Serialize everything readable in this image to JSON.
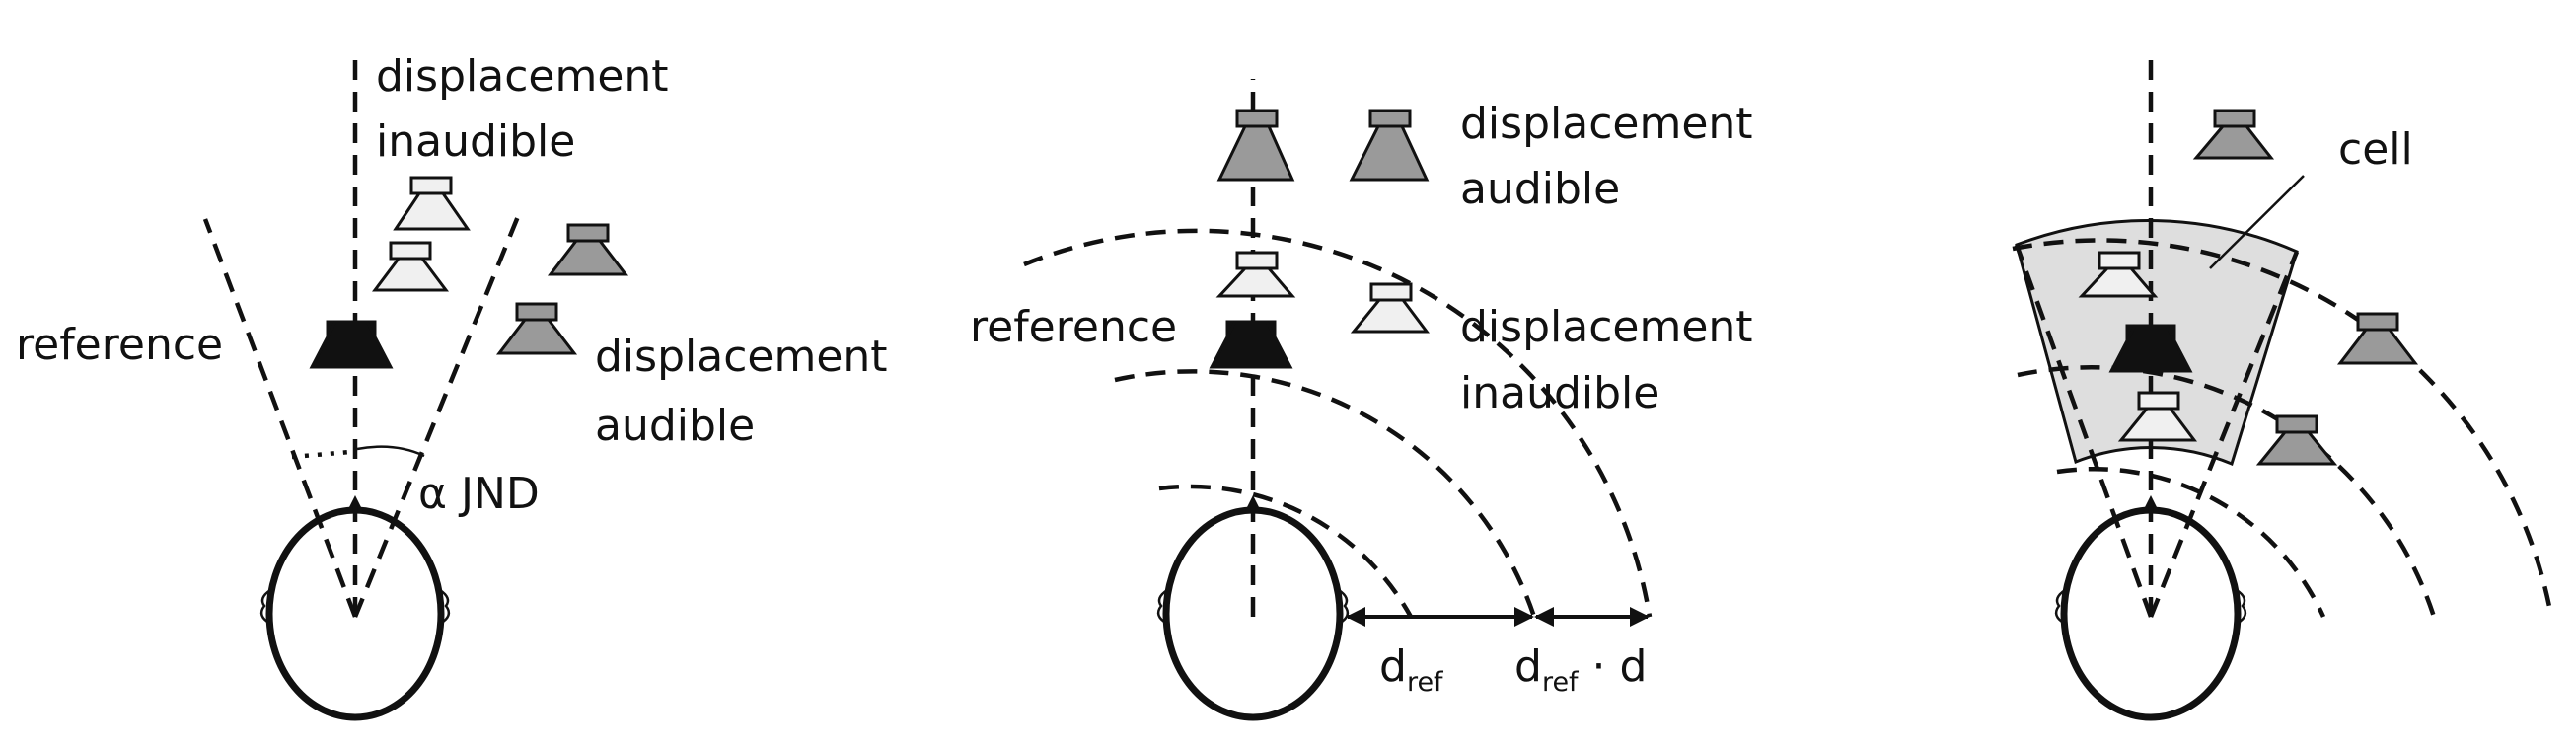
{
  "colors": {
    "reference_speaker": "#111111",
    "inaudible_speaker": "#f0f0f0",
    "audible_speaker": "#9a9a9a",
    "cell_fill": "#dedede",
    "line": "#111111"
  },
  "panel_angular": {
    "label_displacement_inaudible_1": "displacement",
    "label_displacement_inaudible_2": "inaudible",
    "label_reference": "reference",
    "label_displacement_audible_1": "displacement",
    "label_displacement_audible_2": "audible",
    "label_jnd": "α JND"
  },
  "panel_distance": {
    "label_displacement_audible_1": "displacement",
    "label_displacement_audible_2": "audible",
    "label_reference": "reference",
    "label_displacement_inaudible_1": "displacement",
    "label_displacement_inaudible_2": "inaudible",
    "label_dref_base": "d",
    "label_dref_sub": "ref",
    "label_dref2_base": "d",
    "label_dref2_sub": "ref",
    "label_dref2_tail": " · d"
  },
  "panel_cell": {
    "label_cell": "cell"
  }
}
